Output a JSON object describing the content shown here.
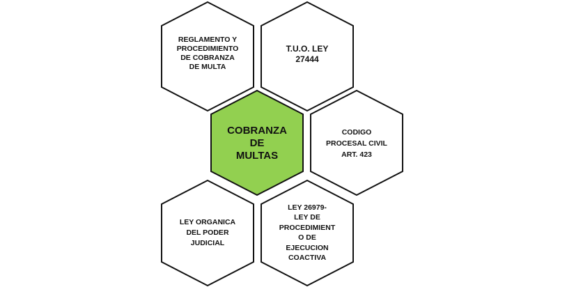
{
  "hexagons": [
    {
      "id": "reglamento",
      "fill": "#ffffff",
      "lines": [
        "REGLAMENTO Y",
        "PROCEDIMIENTO",
        "DE COBRANZA",
        "DE MULTA"
      ]
    },
    {
      "id": "tuo-ley",
      "fill": "#ffffff",
      "lines": [
        "T.U.O. LEY",
        "27444"
      ]
    },
    {
      "id": "cobranza-multas",
      "fill": "#92d050",
      "lines": [
        "COBRANZA",
        "DE",
        "MULTAS"
      ]
    },
    {
      "id": "codigo-procesal",
      "fill": "#ffffff",
      "lines": [
        "CODIGO",
        "PROCESAL CIVIL",
        "ART. 423"
      ]
    },
    {
      "id": "ley-organica",
      "fill": "#ffffff",
      "lines": [
        "LEY ORGANICA",
        "DEL PODER",
        "JUDICIAL"
      ]
    },
    {
      "id": "ley-26979",
      "fill": "#ffffff",
      "lines": [
        "LEY 26979-",
        "LEY DE",
        "PROCEDIMIENT",
        "O DE",
        "EJECUCION",
        "COACTIVA"
      ]
    }
  ]
}
